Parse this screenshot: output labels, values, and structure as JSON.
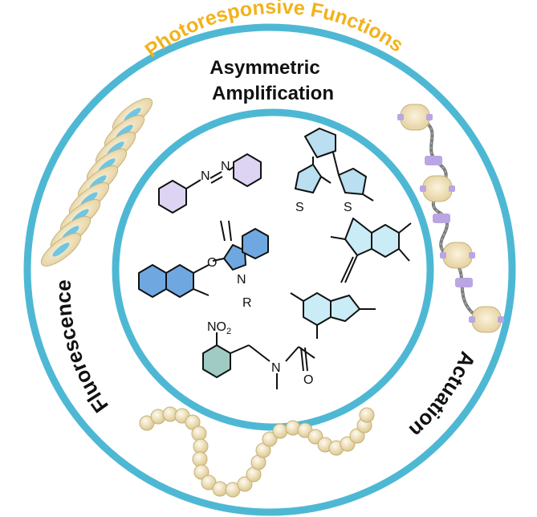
{
  "labels": {
    "outer_top": "Photoresponsive Functions",
    "center_line1": "Asymmetric",
    "center_line2": "Amplification",
    "left": "Fluorescence",
    "right": "Actuation"
  },
  "atoms": {
    "n1": "N",
    "n2": "N",
    "s1": "S",
    "s2": "S",
    "o_ring": "O",
    "n_spiro": "N",
    "r_group": "R",
    "no2_n": "NO",
    "no2_sub": "2",
    "amide_n": "N",
    "amide_o": "O"
  },
  "colors": {
    "ring_blue": "#4eb8d4",
    "title_gold": "#f2b21b",
    "azobenzene_fill": "#ddd3f2",
    "thiophene_fill": "#b9dff0",
    "spiropyran_fill": "#6fa8e0",
    "motor_fill": "#c9ecf7",
    "nitrobenzyl_fill": "#9fcbc4",
    "disc_fill": "#f2e6c6",
    "disc_core": "#6ec6e4",
    "bead_fill": "#f4ecd0",
    "rotaxane_ring": "#b9a6e2",
    "chain_gray": "#7a7a7a"
  },
  "icons": [
    "discotic-stack-icon",
    "polymer-chain-icon",
    "rotaxane-actuator-icon"
  ]
}
